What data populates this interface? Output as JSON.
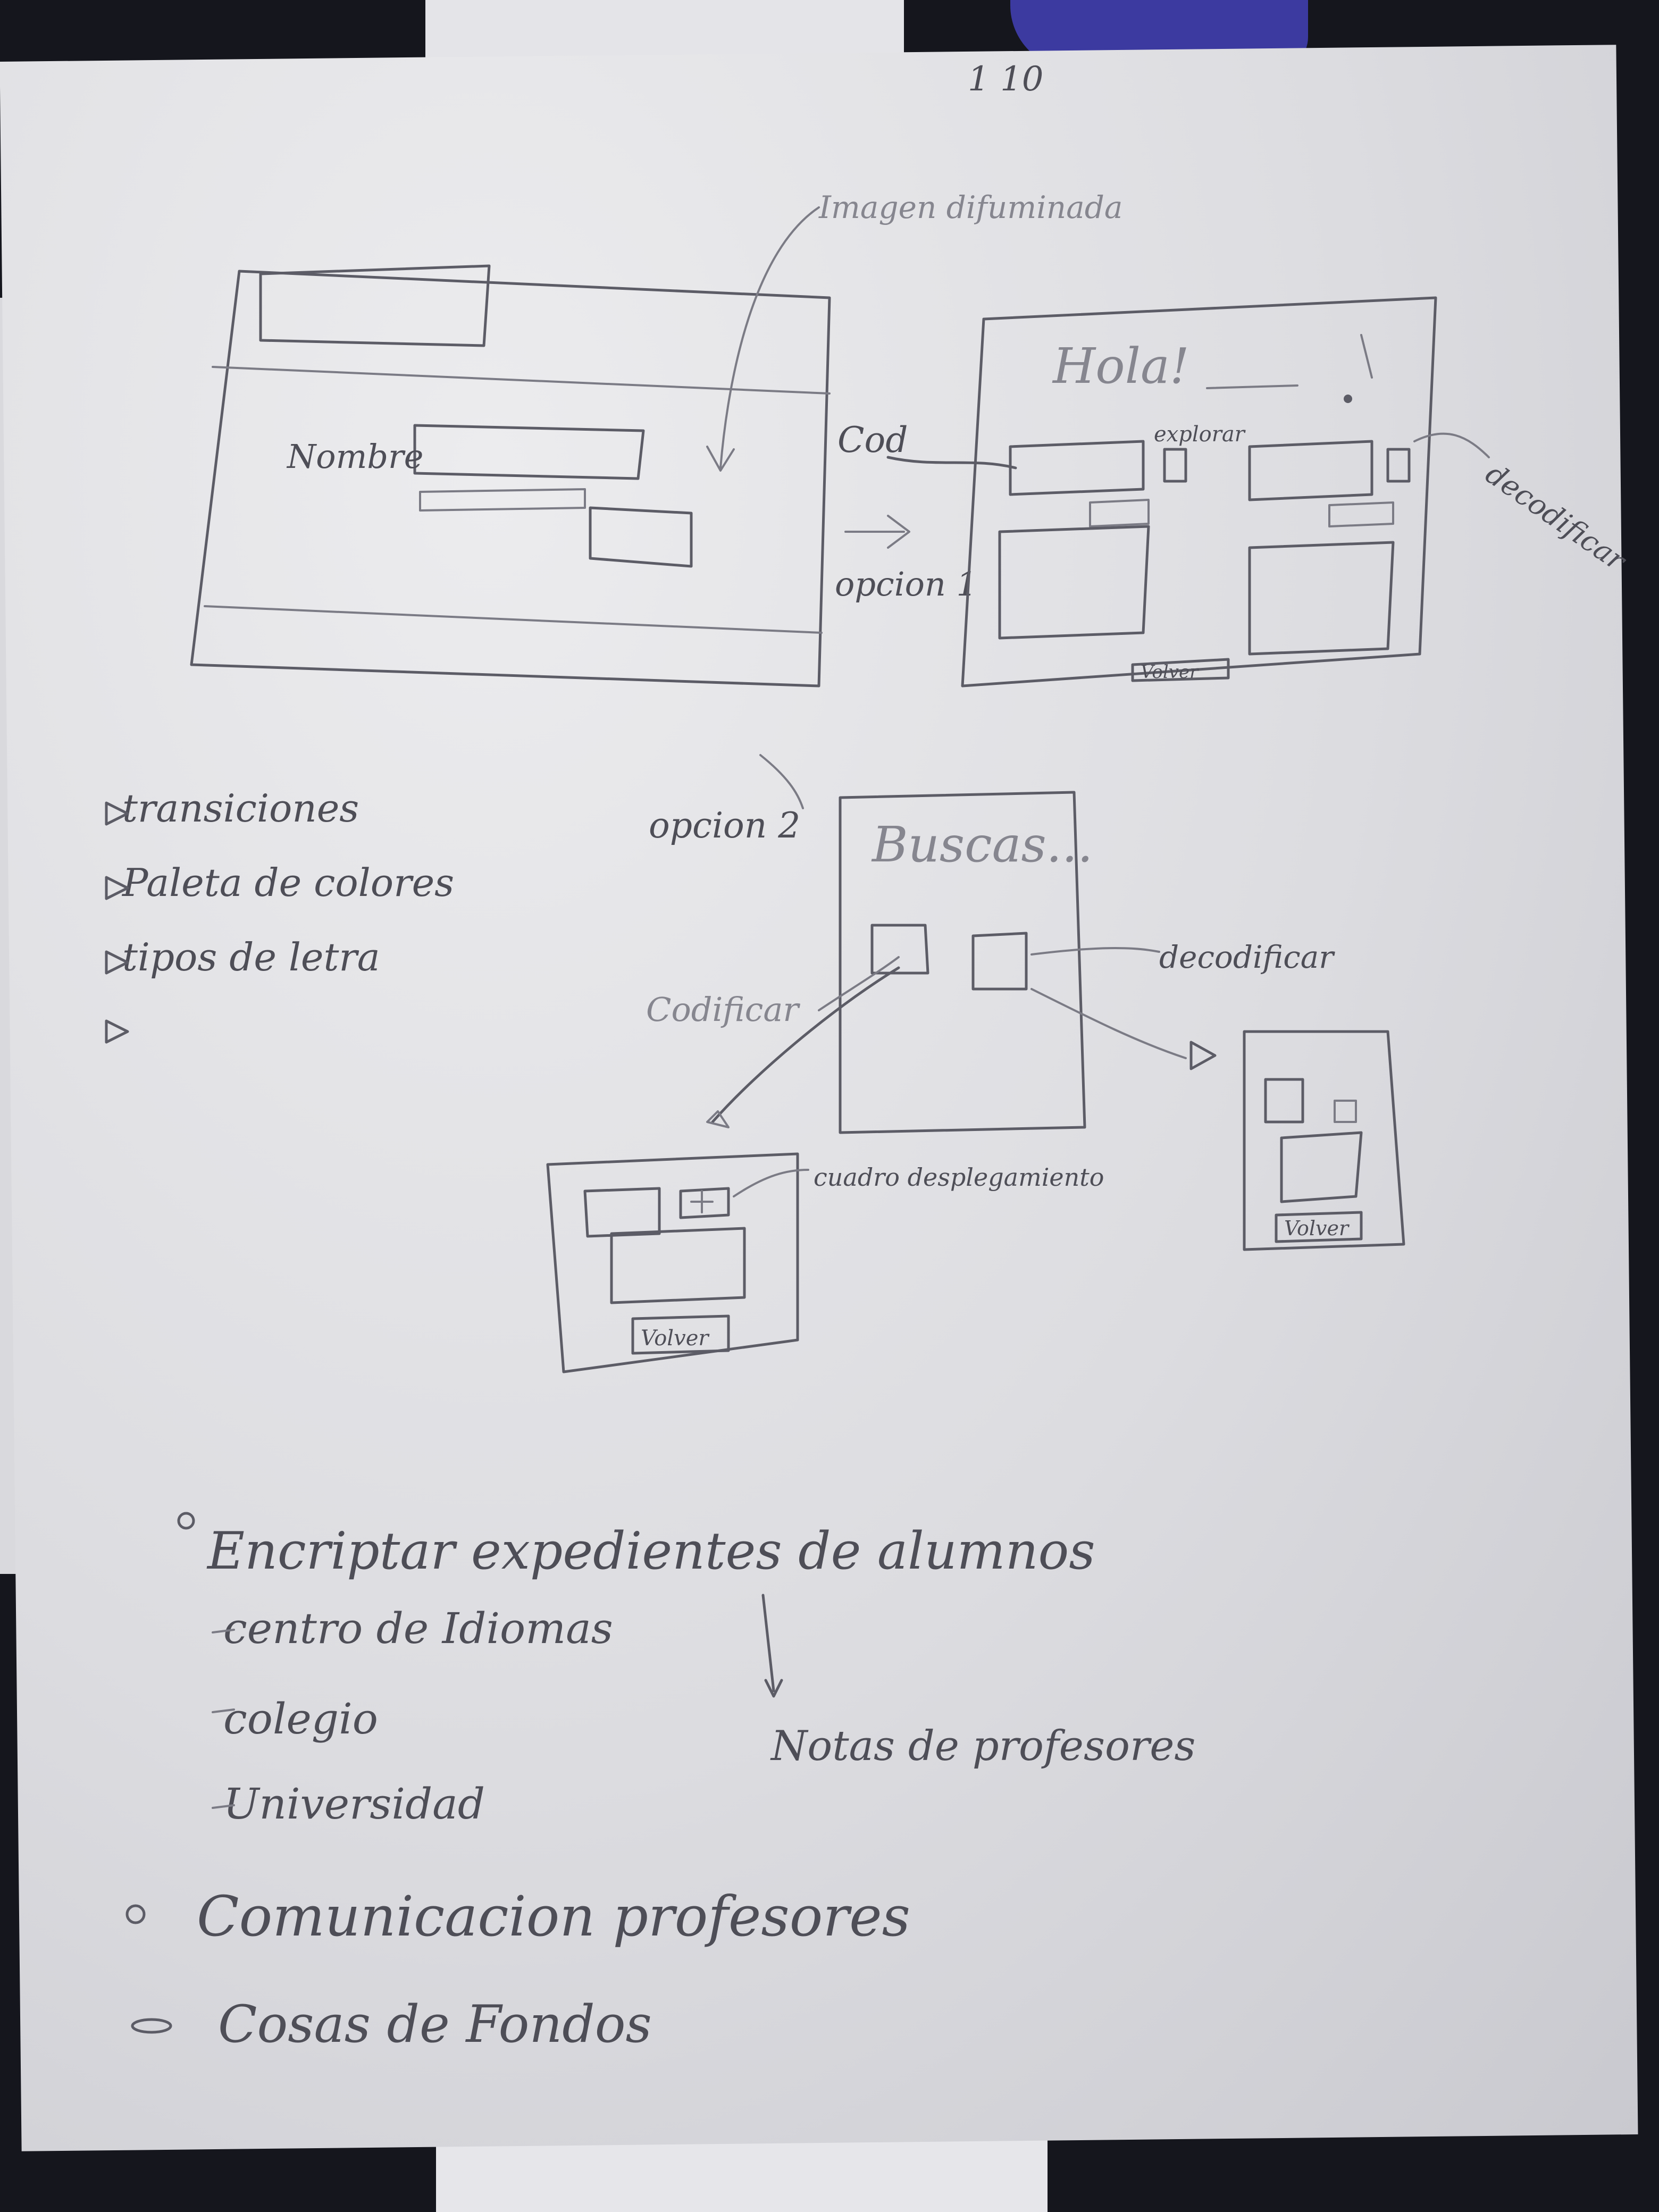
{
  "top_corner": {
    "numbers": "1 10"
  },
  "screen_login": {
    "field_label": "Nombre",
    "annotation": "Imagen difuminada"
  },
  "opcion1": {
    "label": "opcion 1",
    "cod_label": "Cod",
    "screen_title": "Hola!",
    "explorar_label": "explorar",
    "decodificar_label": "decodificar",
    "back_button": "Volver"
  },
  "features": {
    "items": [
      "transiciones",
      "Paleta de colores",
      "tipos de letra",
      ""
    ]
  },
  "opcion2": {
    "label": "opcion 2",
    "screen_title": "Buscas...",
    "codificar_label": "Codificar",
    "decodificar_label": "decodificar",
    "dropdown_label": "cuadro desplegamiento",
    "back_button_left": "Volver",
    "back_button_right": "Volver"
  },
  "notes": {
    "main_idea": "Encriptar expedientes de alumnos",
    "sub_items": [
      "centro de Idiomas",
      "colegio",
      "Universidad"
    ],
    "side_note": "Notas de profesores",
    "bullets": [
      "Comunicacion profesores",
      "Cosas de Fondos"
    ]
  }
}
